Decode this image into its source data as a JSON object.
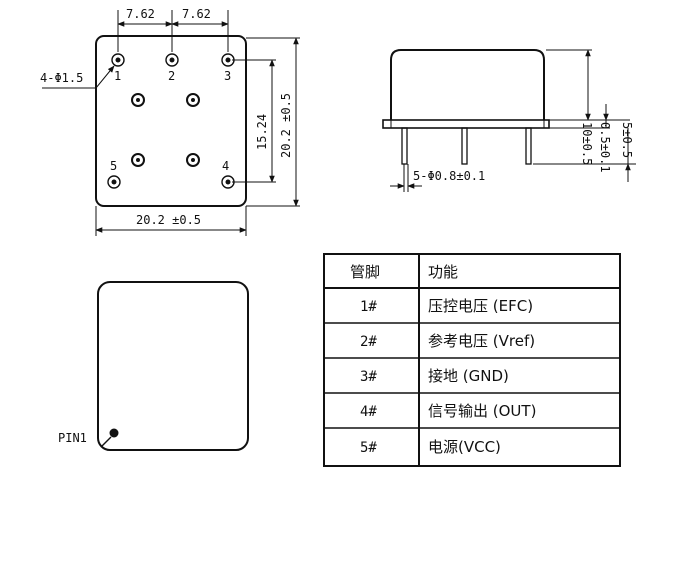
{
  "top_view": {
    "pitch_left": "7.62",
    "pitch_right": "7.62",
    "hole_note": "4-Φ1.5",
    "pin_labels": [
      "1",
      "2",
      "3",
      "5",
      "4"
    ],
    "height_inner": "15.24",
    "height_outer": "20.2 ±0.5",
    "width": "20.2 ±0.5"
  },
  "side_view": {
    "height_total": "10±0.5",
    "standoff": "0.5±0.1",
    "lead_length": "5±0.5",
    "lead_note": "5-Φ0.8±0.1"
  },
  "bottom_view": {
    "pin1_label": "PIN1"
  },
  "pin_table": {
    "headers": [
      "管脚",
      "功能"
    ],
    "rows": [
      {
        "pin": "1#",
        "func": "压控电压 (EFC)"
      },
      {
        "pin": "2#",
        "func": "参考电压 (Vref)"
      },
      {
        "pin": "3#",
        "func": "接地 (GND)"
      },
      {
        "pin": "4#",
        "func": "信号输出 (OUT)"
      },
      {
        "pin": "5#",
        "func": "电源(VCC)"
      }
    ]
  }
}
